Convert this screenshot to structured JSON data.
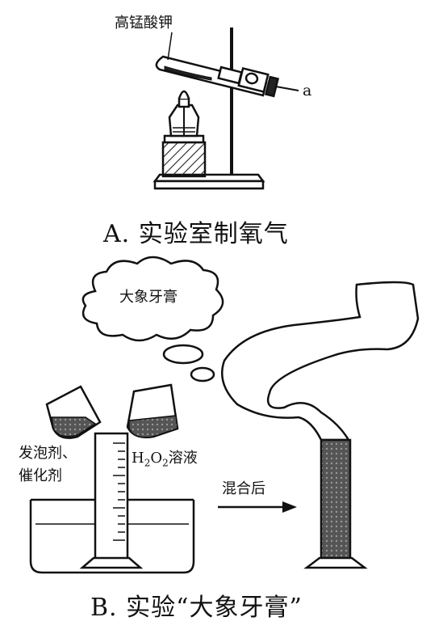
{
  "section_a": {
    "reagent_label": "高锰酸钾",
    "point_label": "a",
    "caption": "A. 实验室制氧气"
  },
  "section_b": {
    "cloud_text": "大象牙膏",
    "left_label_line1": "发泡剂、",
    "left_label_line2": "催化剂",
    "h2o2_label_h": "H",
    "h2o2_label_sub1": "2",
    "h2o2_label_o": "O",
    "h2o2_label_sub2": "2",
    "h2o2_label_rest": "溶液",
    "arrow_label": "混合后",
    "caption": "B. 实验“大象牙膏”"
  }
}
